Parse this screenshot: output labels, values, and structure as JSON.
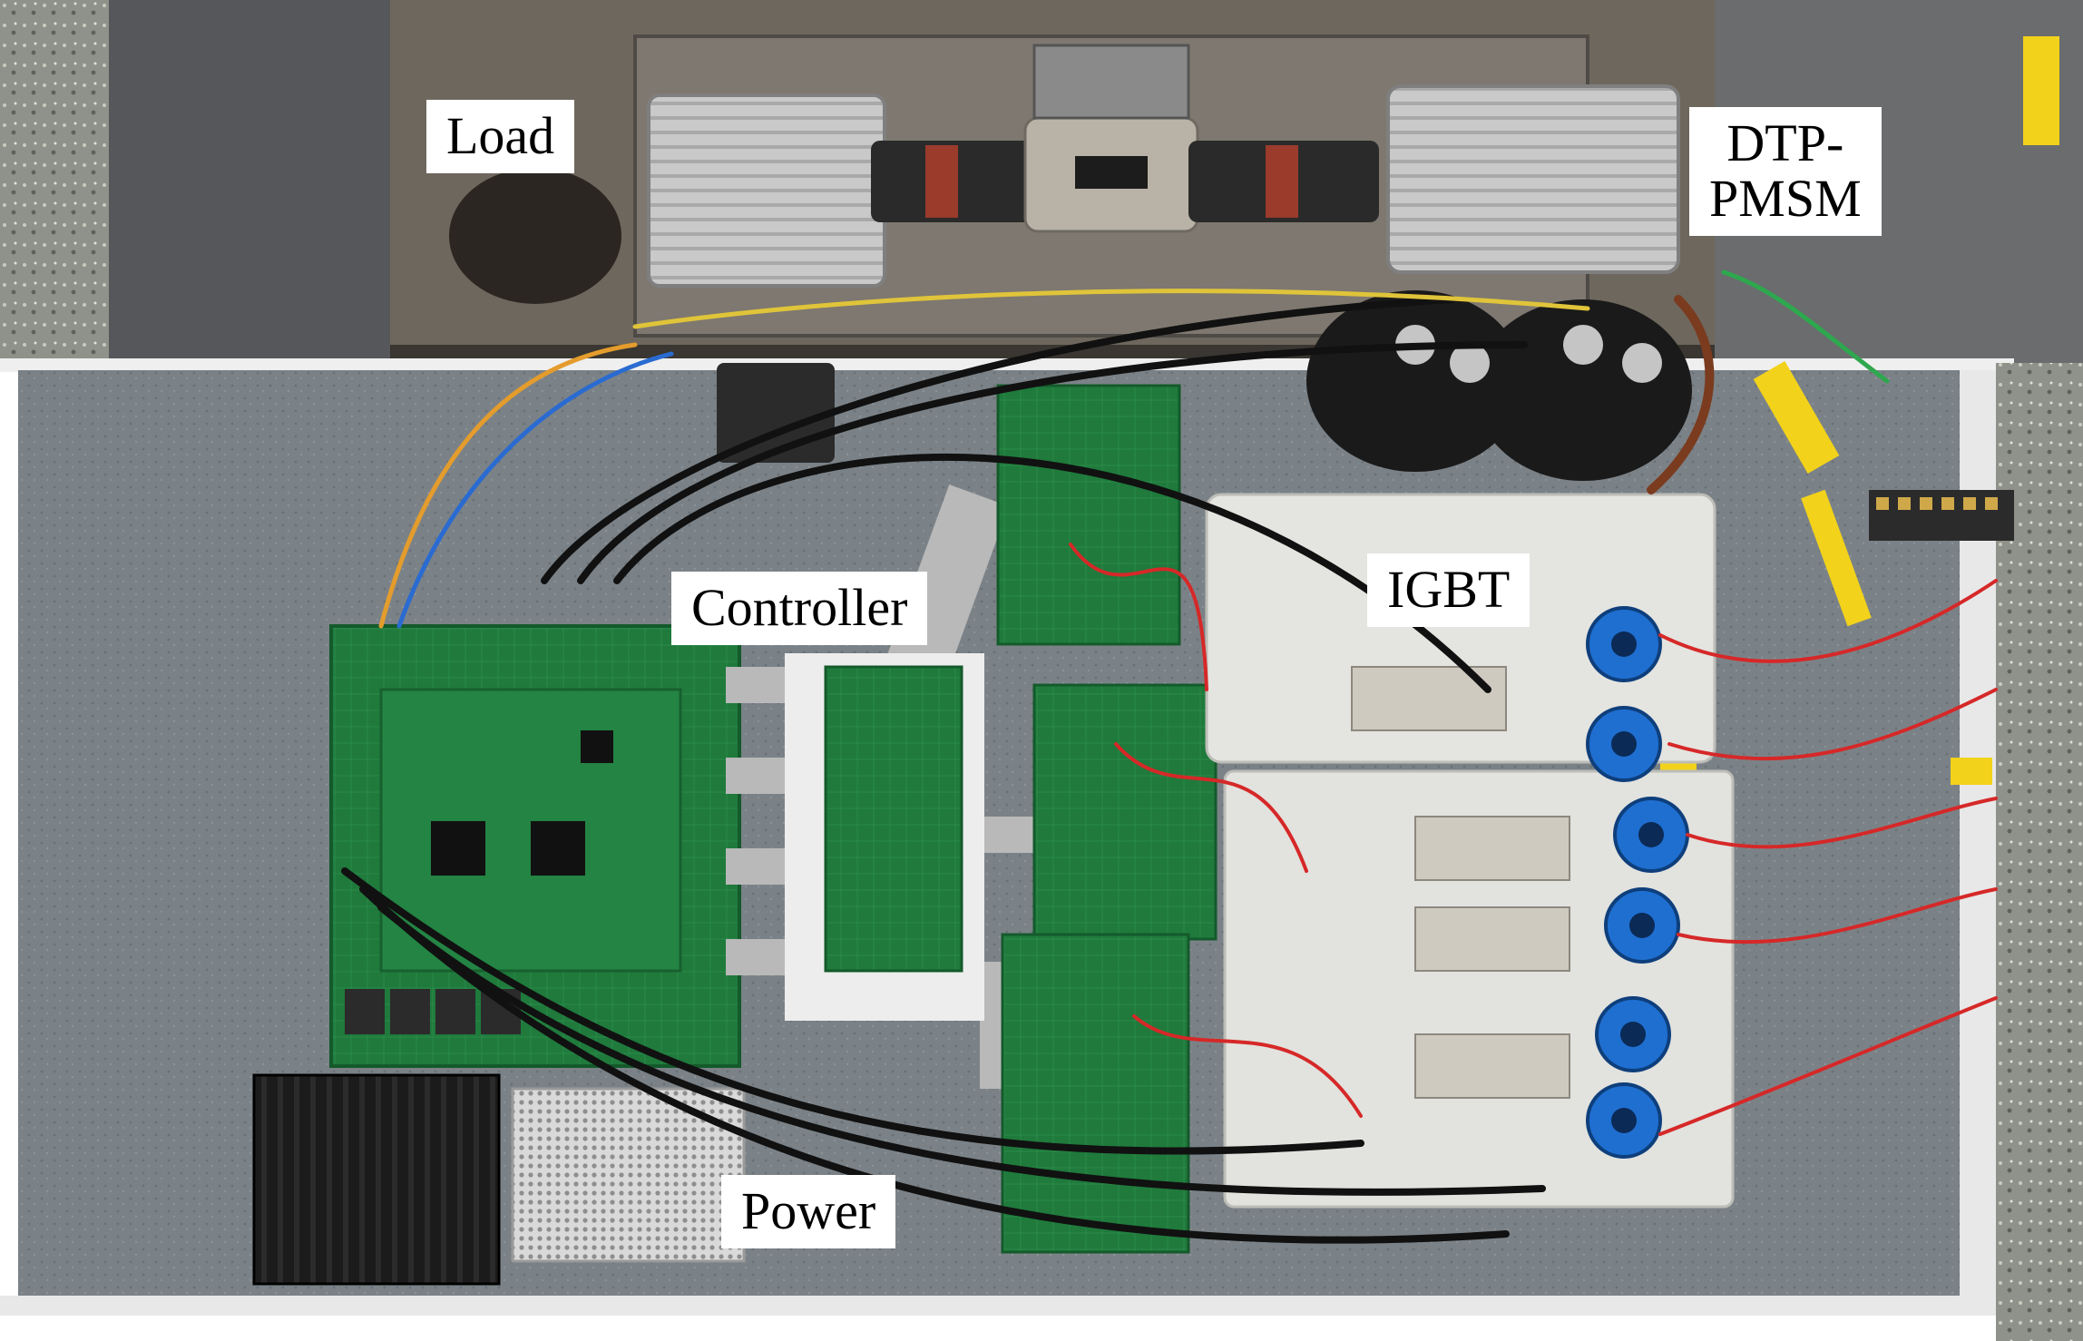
{
  "labels": {
    "load": "Load",
    "dtp_line1": "DTP-",
    "dtp_line2": "PMSM",
    "controller": "Controller",
    "igbt": "IGBT",
    "power": "Power"
  },
  "colors": {
    "bench_top": "#6e675d",
    "table_surface": "#7d8489",
    "pcb_green": "#1f7a3c",
    "motor_silver": "#c8c8c8",
    "ribbon_gray": "#b9b9b9",
    "current_sensor_blue": "#1f6fd1",
    "wire_red": "#d62828",
    "wire_black": "#111111",
    "tape_yellow": "#f2d21b",
    "heatsink_black": "#1a1a1a"
  },
  "icons": [
    "motor",
    "coupling",
    "torque-sensor",
    "capacitor",
    "current-sensor",
    "terminal-block",
    "power-supply"
  ]
}
